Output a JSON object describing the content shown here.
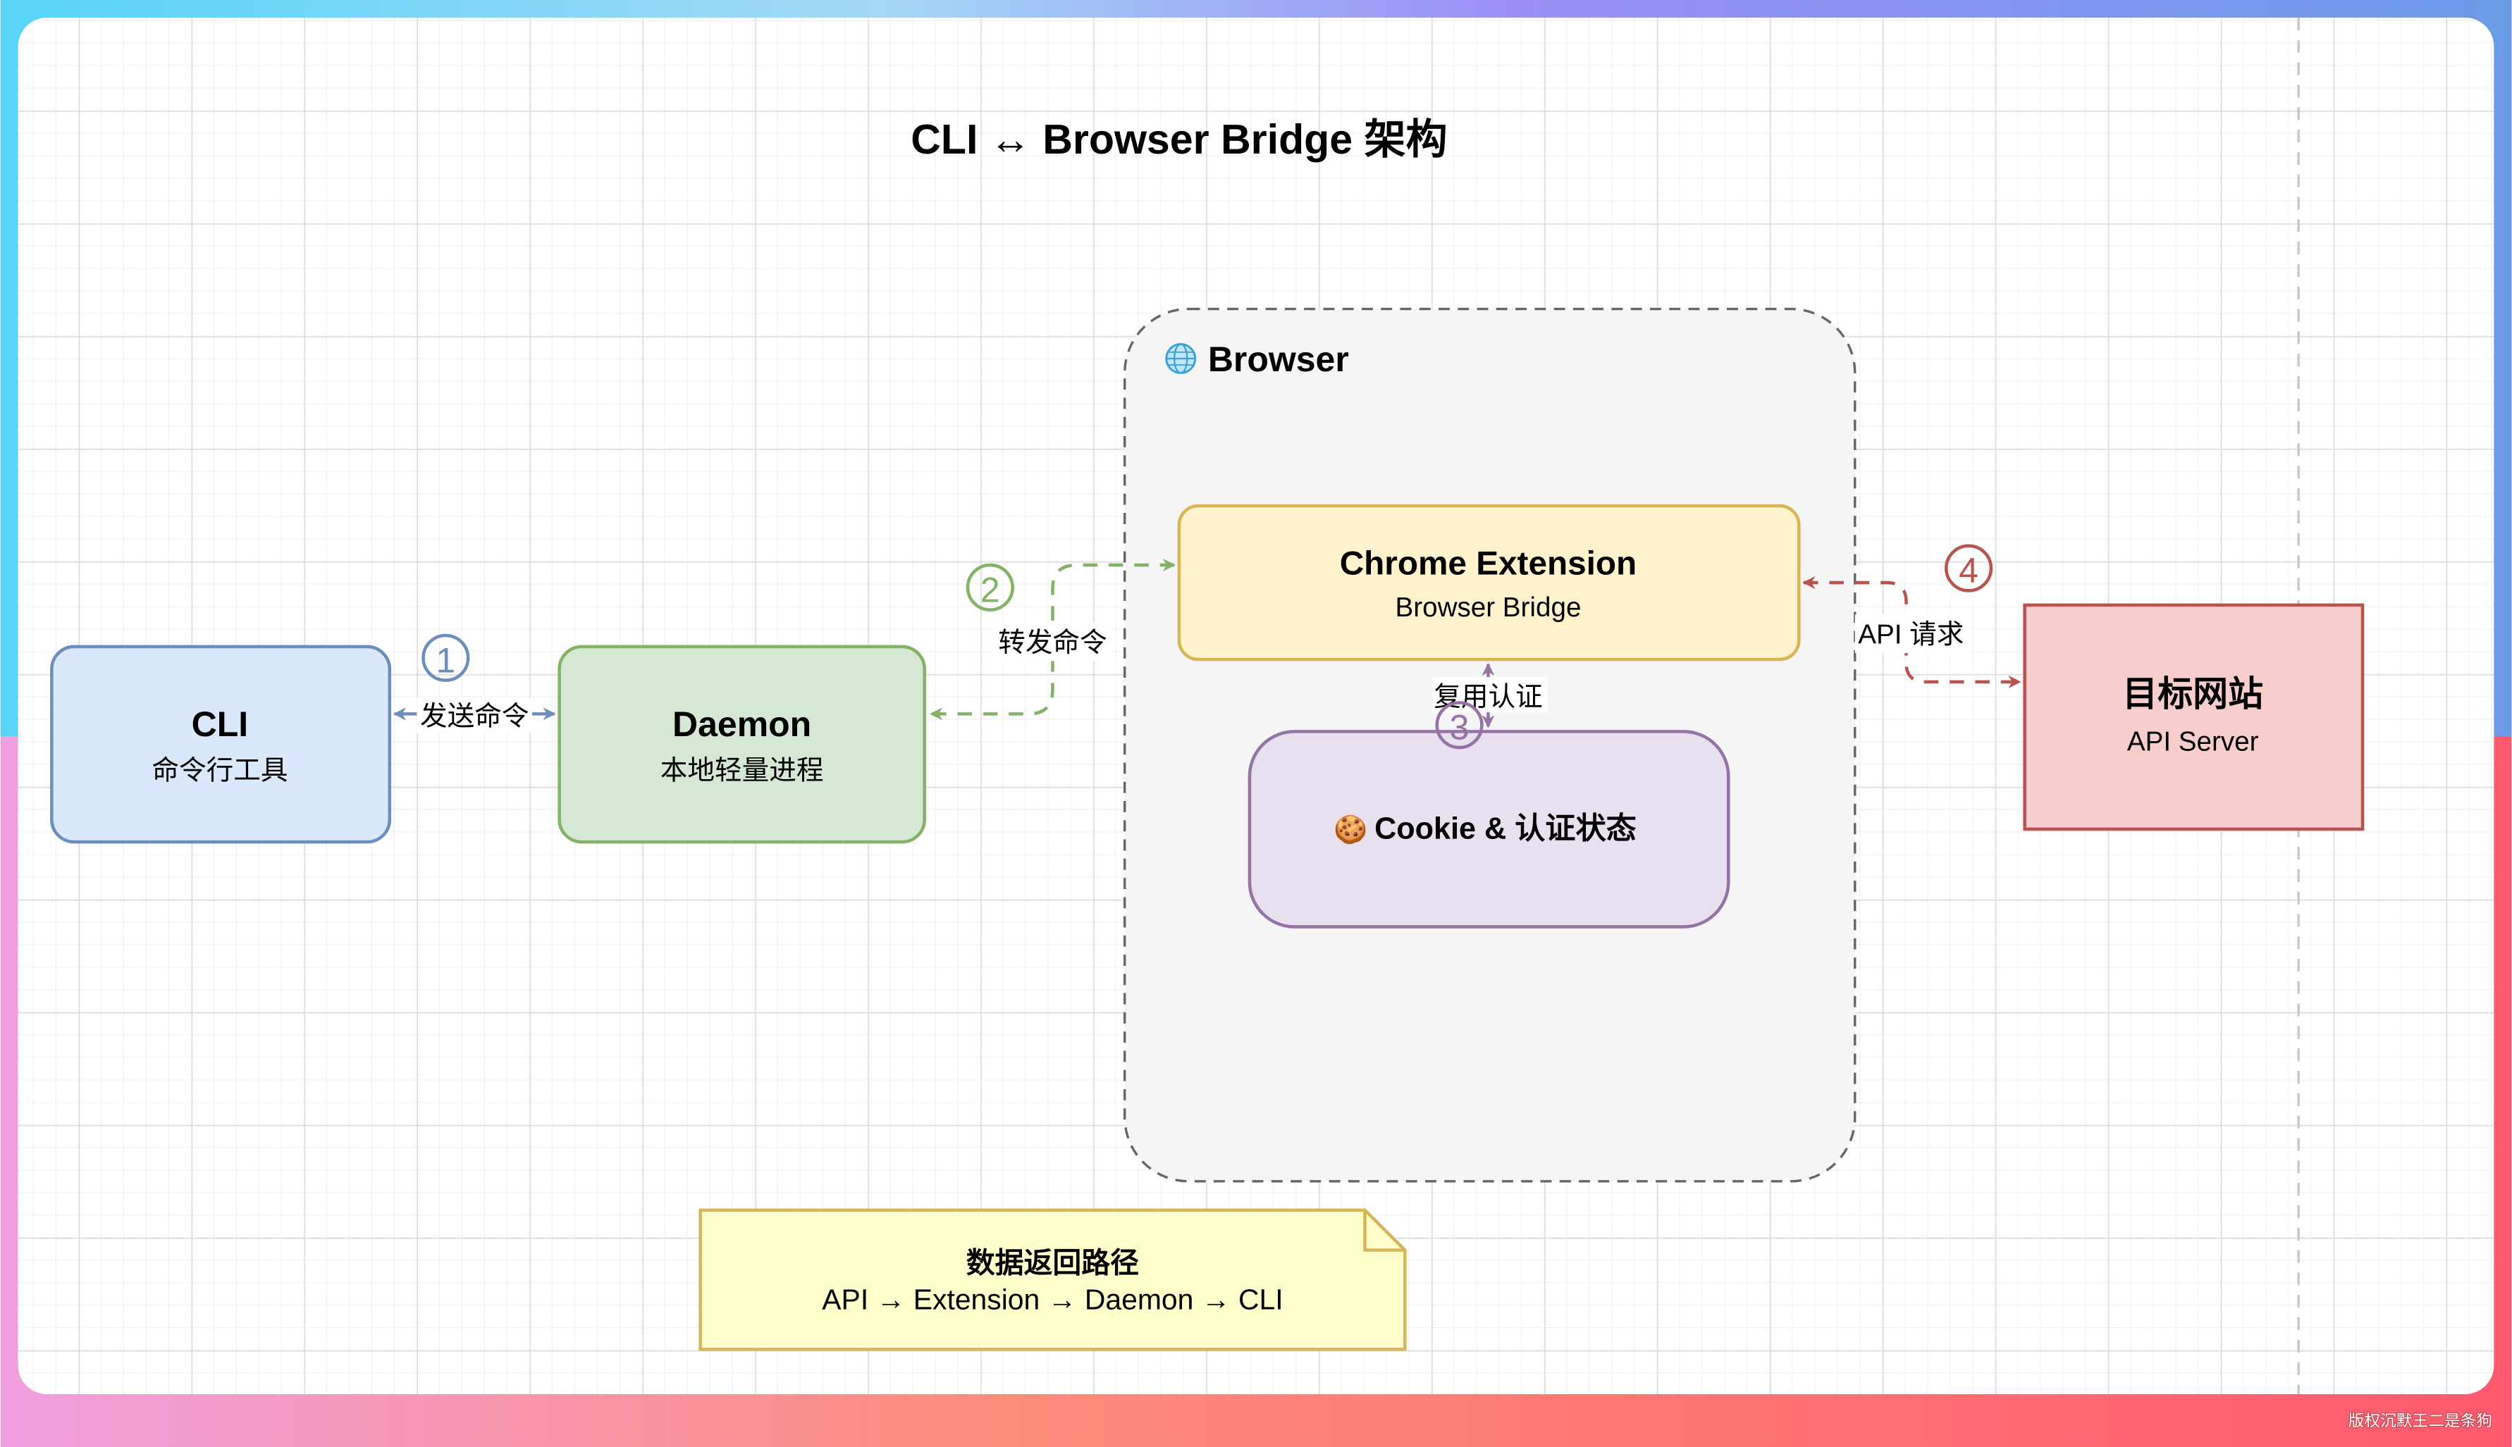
{
  "title": "CLI ↔ Browser Bridge 架构",
  "browser_group": {
    "icon": "globe-icon",
    "label": "Browser"
  },
  "nodes": {
    "cli": {
      "title": "CLI",
      "subtitle": "命令行工具",
      "fill": "#dae8fc",
      "stroke": "#6c8ebf"
    },
    "daemon": {
      "title": "Daemon",
      "subtitle": "本地轻量进程",
      "fill": "#d5e8d4",
      "stroke": "#82b366"
    },
    "extension": {
      "title": "Chrome Extension",
      "subtitle": "Browser Bridge",
      "fill": "#fff2cc",
      "stroke": "#d6b656"
    },
    "cookie": {
      "icon": "cookie-icon",
      "icon_glyph": "🍪",
      "title": "Cookie & 认证状态",
      "fill": "#e1d5e7",
      "stroke": "#9673a6"
    },
    "target": {
      "title": "目标网站",
      "subtitle": "API Server",
      "fill": "#f8cecc",
      "stroke": "#b85450"
    }
  },
  "edges": [
    {
      "from": "cli",
      "to": "daemon",
      "step": "①",
      "label": "发送命令",
      "color": "#6c8ebf",
      "style": "solid",
      "bidirectional": true
    },
    {
      "from": "daemon",
      "to": "extension",
      "step": "②",
      "label": "转发命令",
      "color": "#82b366",
      "style": "dashed",
      "bidirectional": true
    },
    {
      "from": "extension",
      "to": "cookie",
      "step": "③",
      "label": "复用认证",
      "color": "#9673a6",
      "style": "solid",
      "bidirectional": true
    },
    {
      "from": "extension",
      "to": "target",
      "step": "④",
      "label": "API 请求",
      "color": "#b85450",
      "style": "dashed",
      "bidirectional": true
    }
  ],
  "note": {
    "title": "数据返回路径",
    "body": "API → Extension → Daemon → CLI",
    "fill": "#ffffcc",
    "stroke": "#d6b656"
  },
  "watermark": "版权沉默王二是条狗"
}
